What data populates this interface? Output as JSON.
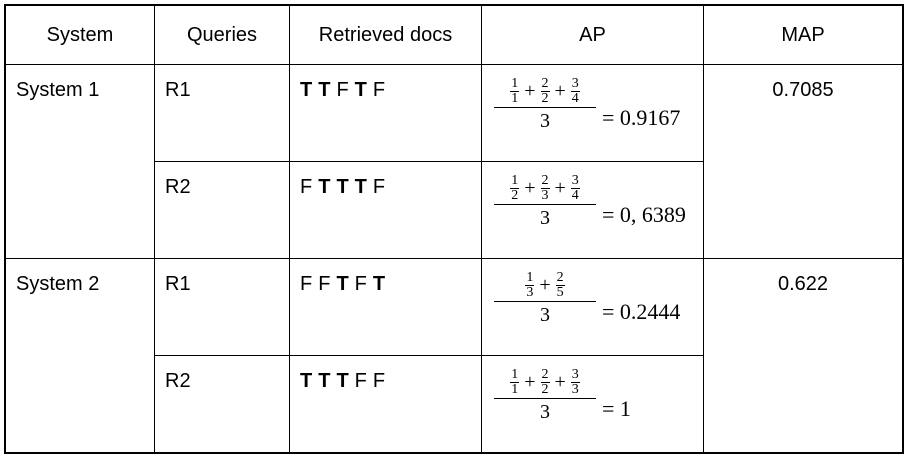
{
  "headers": {
    "system": "System",
    "queries": "Queries",
    "retrieved": "Retrieved docs",
    "ap": "AP",
    "map": "MAP"
  },
  "systems": [
    {
      "name": "System 1",
      "map": "0.7085",
      "queries": [
        {
          "label": "R1",
          "docs": [
            {
              "v": "T",
              "rel": true
            },
            {
              "v": "T",
              "rel": true
            },
            {
              "v": "F",
              "rel": false
            },
            {
              "v": "T",
              "rel": true
            },
            {
              "v": "F",
              "rel": false
            }
          ],
          "ap": {
            "terms": [
              [
                "1",
                "1"
              ],
              [
                "2",
                "2"
              ],
              [
                "3",
                "4"
              ]
            ],
            "denominator": "3",
            "result": "= 0.9167"
          }
        },
        {
          "label": "R2",
          "docs": [
            {
              "v": "F",
              "rel": false
            },
            {
              "v": "T",
              "rel": true
            },
            {
              "v": "T",
              "rel": true
            },
            {
              "v": "T",
              "rel": true
            },
            {
              "v": "F",
              "rel": false
            }
          ],
          "ap": {
            "terms": [
              [
                "1",
                "2"
              ],
              [
                "2",
                "3"
              ],
              [
                "3",
                "4"
              ]
            ],
            "denominator": "3",
            "result": "= 0, 6389"
          }
        }
      ]
    },
    {
      "name": "System 2",
      "map": "0.622",
      "queries": [
        {
          "label": "R1",
          "docs": [
            {
              "v": "F",
              "rel": false
            },
            {
              "v": "F",
              "rel": false
            },
            {
              "v": "T",
              "rel": true
            },
            {
              "v": "F",
              "rel": false
            },
            {
              "v": "T",
              "rel": true
            }
          ],
          "ap": {
            "terms": [
              [
                "1",
                "3"
              ],
              [
                "2",
                "5"
              ]
            ],
            "denominator": "3",
            "result": "= 0.2444"
          }
        },
        {
          "label": "R2",
          "docs": [
            {
              "v": "T",
              "rel": true
            },
            {
              "v": "T",
              "rel": true
            },
            {
              "v": "T",
              "rel": true
            },
            {
              "v": "F",
              "rel": false
            },
            {
              "v": "F",
              "rel": false
            }
          ],
          "ap": {
            "terms": [
              [
                "1",
                "1"
              ],
              [
                "2",
                "2"
              ],
              [
                "3",
                "3"
              ]
            ],
            "denominator": "3",
            "result": "= 1"
          }
        }
      ]
    }
  ]
}
